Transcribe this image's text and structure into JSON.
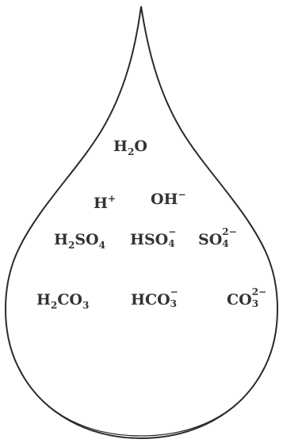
{
  "diagram": {
    "title": "",
    "colors": {
      "outline": "#2a2a2a",
      "text": "#333333",
      "background": "#ffffff"
    },
    "species": [
      {
        "id": "water",
        "label": "H2O",
        "base": "H",
        "sub": "2",
        "tail": "O"
      },
      {
        "id": "hydrogen-ion",
        "label": "H+",
        "base": "H",
        "sup": "+"
      },
      {
        "id": "hydroxide",
        "label": "OH−",
        "base": "OH",
        "sup": "−"
      },
      {
        "id": "sulfuric-acid",
        "label": "H2SO4",
        "base": "H",
        "sub": "2",
        "mid": "SO",
        "sub2": "4"
      },
      {
        "id": "bisulfate",
        "label": "HSO4−",
        "base": "HSO",
        "sub": "4",
        "sup": "−"
      },
      {
        "id": "sulfate",
        "label": "SO42−",
        "base": "SO",
        "sub": "4",
        "sup": "2−"
      },
      {
        "id": "carbonic-acid",
        "label": "H2CO3",
        "base": "H",
        "sub": "2",
        "mid": "CO",
        "sub2": "3"
      },
      {
        "id": "bicarbonate",
        "label": "HCO3−",
        "base": "HCO",
        "sub": "3",
        "sup": "−"
      },
      {
        "id": "carbonate",
        "label": "CO32−",
        "base": "CO",
        "sub": "3",
        "sup": "2−"
      }
    ]
  }
}
